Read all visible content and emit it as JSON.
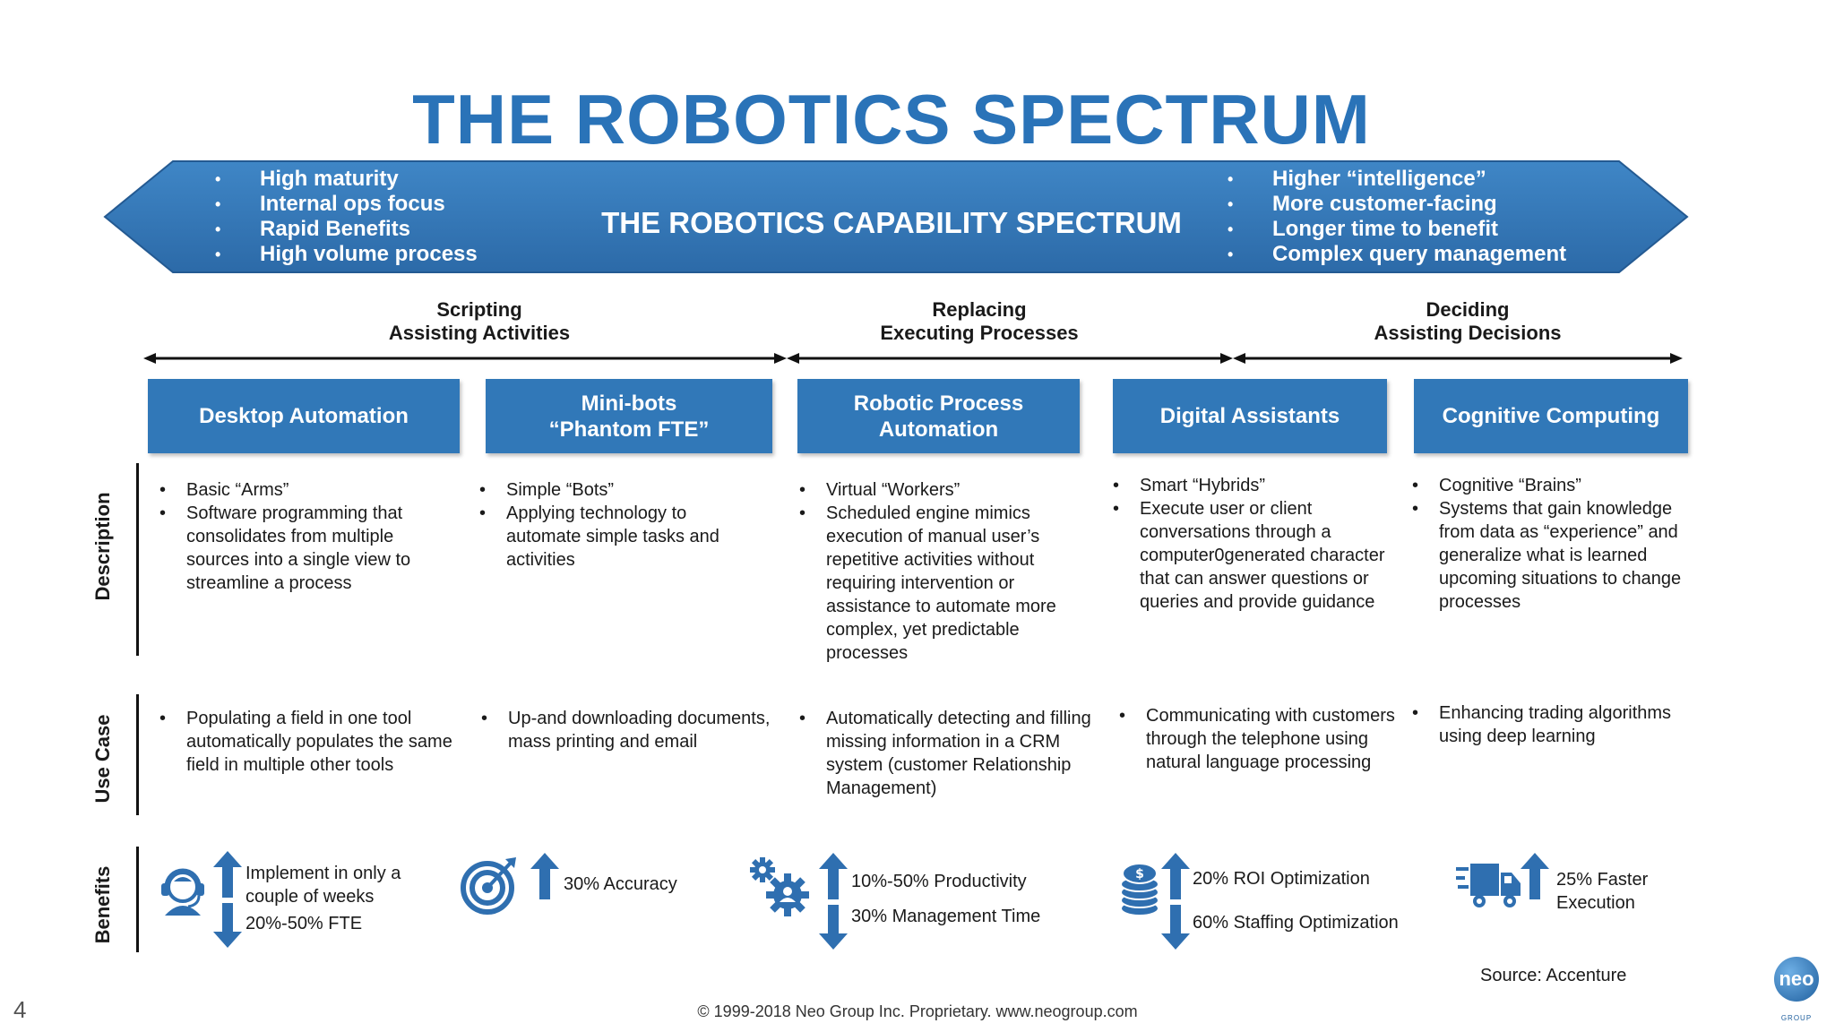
{
  "title": "THE ROBOTICS SPECTRUM",
  "banner": {
    "center_title": "THE ROBOTICS CAPABILITY SPECTRUM",
    "left_items": [
      "High maturity",
      "Internal ops focus",
      "Rapid Benefits",
      "High volume process"
    ],
    "right_items": [
      "Higher “intelligence”",
      "More customer-facing",
      "Longer time to benefit",
      "Complex query management"
    ]
  },
  "phases": [
    {
      "line1": "Scripting",
      "line2": "Assisting Activities"
    },
    {
      "line1": "Replacing",
      "line2": "Executing Processes"
    },
    {
      "line1": "Deciding",
      "line2": "Assisting Decisions"
    }
  ],
  "categories": [
    {
      "line1": "Desktop Automation",
      "line2": ""
    },
    {
      "line1": "Mini-bots",
      "line2": "“Phantom FTE”"
    },
    {
      "line1": "Robotic Process",
      "line2": "Automation"
    },
    {
      "line1": "Digital Assistants",
      "line2": ""
    },
    {
      "line1": "Cognitive Computing",
      "line2": ""
    }
  ],
  "row_labels": {
    "description": "Description",
    "use_case": "Use Case",
    "benefits": "Benefits"
  },
  "descriptions": [
    [
      "Basic “Arms”",
      "Software programming that consolidates from multiple sources into a single view to streamline a process"
    ],
    [
      "Simple “Bots”",
      "Applying technology to automate simple tasks and activities"
    ],
    [
      "Virtual “Workers”",
      "Scheduled engine mimics execution of manual user’s repetitive activities without requiring intervention or assistance to automate more complex, yet predictable processes"
    ],
    [
      "Smart “Hybrids”",
      "Execute user or client conversations through a computer0generated character that can answer questions or queries and provide guidance"
    ],
    [
      "Cognitive “Brains”",
      "Systems that gain knowledge from data as “experience” and generalize what is learned upcoming situations to change processes"
    ]
  ],
  "use_cases": [
    "Populating a field in one tool automatically populates the same field in multiple other tools",
    "Up-and downloading documents, mass printing and email",
    "Automatically detecting and filling missing information in a CRM system (customer Relationship Management)",
    "Communicating with customers through the telephone using natural language processing",
    "Enhancing trading algorithms using deep learning"
  ],
  "benefits": [
    {
      "icon": "headset-agent-icon",
      "up": "Implement in only a couple of weeks",
      "down": "20%-50% FTE"
    },
    {
      "icon": "target-icon",
      "up": "30% Accuracy",
      "down": ""
    },
    {
      "icon": "gears-icon",
      "up": "10%-50% Productivity",
      "down": "30% Management Time"
    },
    {
      "icon": "coins-icon",
      "up": "20% ROI Optimization",
      "down": "60% Staffing Optimization"
    },
    {
      "icon": "fast-truck-icon",
      "up": "25% Faster Execution",
      "down": ""
    }
  ],
  "source": "Source: Accenture",
  "page_number": "4",
  "footer": "© 1999-2018 Neo Group Inc. Proprietary. www.neogroup.com",
  "logo": {
    "text": "neo",
    "subtext": "GROUP"
  },
  "colors": {
    "accent": "#2a73b8",
    "box": "#3178b8",
    "arrow": "#2f6fb0"
  }
}
